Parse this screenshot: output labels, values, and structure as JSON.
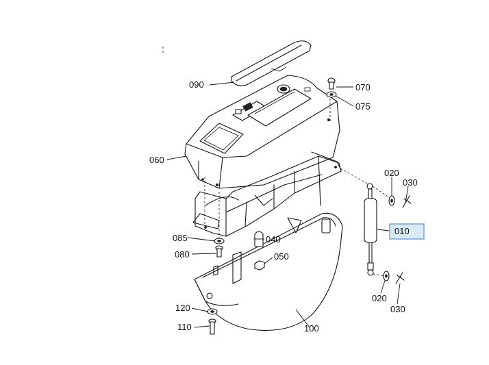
{
  "callouts": {
    "p090": "090",
    "p070": "070",
    "p075": "075",
    "p060": "060",
    "p020_top": "020",
    "p030_top": "030",
    "p010": "010",
    "p085": "085",
    "p040": "040",
    "p080": "080",
    "p050": "050",
    "p020_bottom": "020",
    "p030_bottom": "030",
    "p120": "120",
    "p110": "110",
    "p100": "100"
  },
  "highlight": {
    "part": "010",
    "fill": "#dbeaf7",
    "border": "#5b8fc9"
  }
}
